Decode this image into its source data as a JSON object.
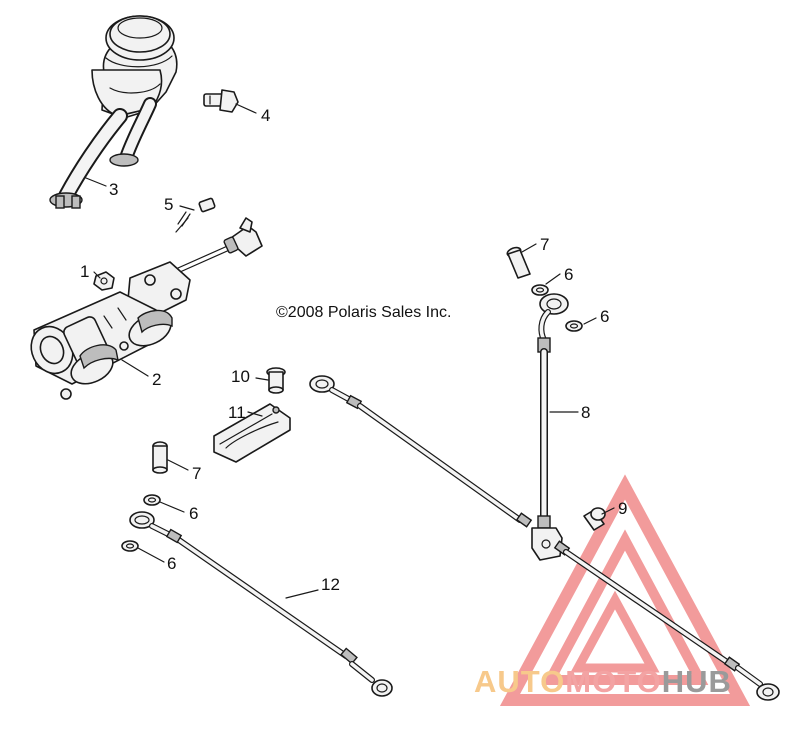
{
  "copyright": "©2008 Polaris Sales Inc.",
  "callouts": {
    "c1": "1",
    "c2": "2",
    "c3": "3",
    "c4": "4",
    "c5": "5",
    "c6a": "6",
    "c6b": "6",
    "c6c": "6",
    "c6d": "6",
    "c7a": "7",
    "c7b": "7",
    "c8": "8",
    "c9": "9",
    "c10": "10",
    "c11": "11",
    "c12": "12"
  },
  "watermark": {
    "part1": "AUTO",
    "part2": "MOTO",
    "part3": "HUB",
    "colors": {
      "auto": "#f7c98b",
      "moto": "#f3a3a3",
      "hub": "#9a9a9a",
      "triangle": "#f08a8a"
    }
  }
}
